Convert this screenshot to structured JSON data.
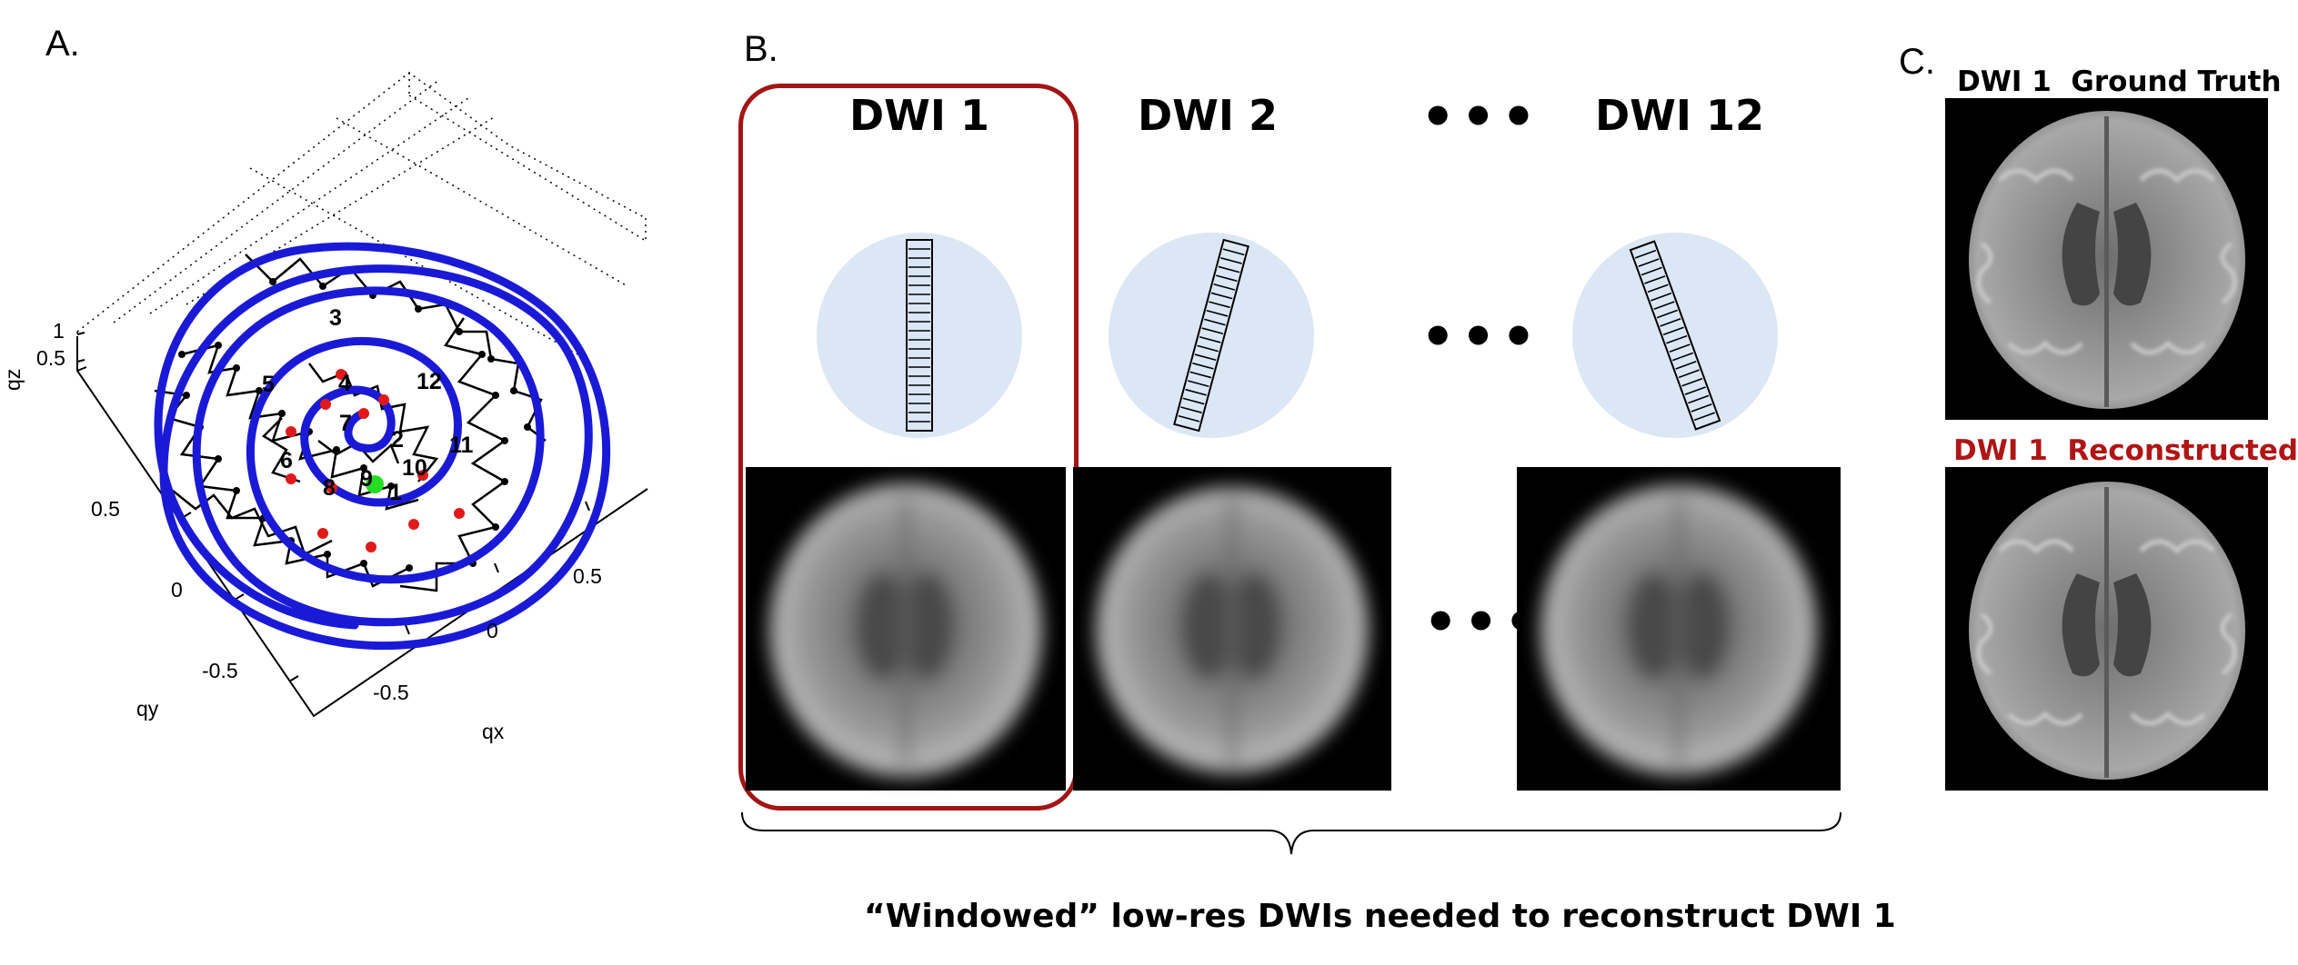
{
  "panels": {
    "a": {
      "letter": "A.",
      "axes": {
        "qz_label": "qz",
        "qy_label": "qy",
        "qx_label": "qx",
        "qz_ticks": [
          "1",
          "0.5"
        ],
        "qy_ticks": [
          "0.5",
          "0",
          "-0.5"
        ],
        "qx_ticks": [
          "0.5",
          "0",
          "-0.5"
        ]
      },
      "point_labels": [
        "1",
        "2",
        "3",
        "4",
        "5",
        "6",
        "7",
        "8",
        "9",
        "10",
        "11",
        "12"
      ],
      "colors": {
        "spiral": "#1a1ad6",
        "points": "#e01a1a",
        "center": "#22dd22"
      }
    },
    "b": {
      "letter": "B.",
      "columns": [
        {
          "title": "DWI 1",
          "angle_deg": 0
        },
        {
          "title": "DWI 2",
          "angle_deg": 15
        },
        {
          "title": "DWI 12",
          "angle_deg": -20
        }
      ],
      "ellipsis": "•••",
      "caption": "“Windowed” low-res DWIs needed to reconstruct DWI 1",
      "colors": {
        "highlight_box": "#a31515",
        "kspace_disk": "#dbe7f5"
      }
    },
    "c": {
      "letter": "C.",
      "ground_truth_title": "DWI 1  Ground Truth",
      "reconstructed_title": "DWI 1  Reconstructed",
      "colors": {
        "reconstructed_title": "#b01515"
      }
    }
  }
}
